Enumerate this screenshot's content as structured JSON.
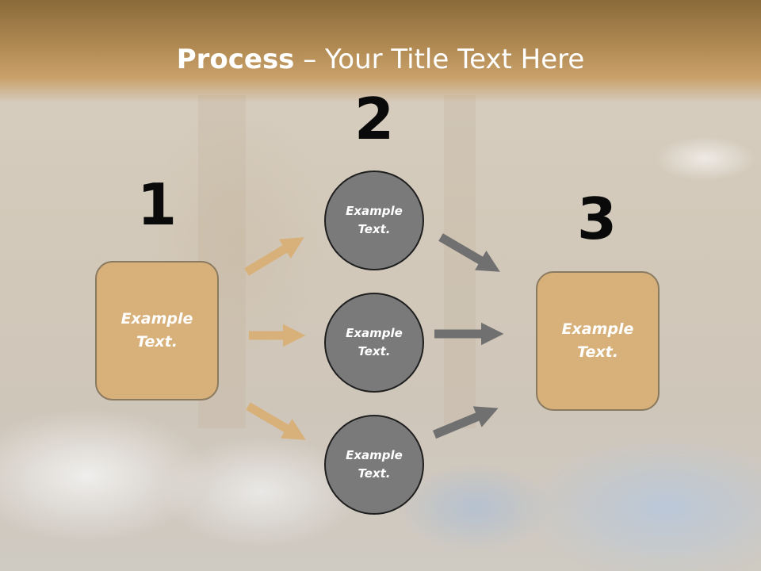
{
  "header": {
    "title_bold": "Process",
    "title_rest": " – Your Title Text Here"
  },
  "steps": {
    "step1": {
      "number": "1",
      "box_text": "Example\nText."
    },
    "step2": {
      "number": "2",
      "circles": [
        {
          "text": "Example\nText."
        },
        {
          "text": "Example\nText."
        },
        {
          "text": "Example\nText."
        }
      ]
    },
    "step3": {
      "number": "3",
      "box_text": "Example\nText."
    }
  },
  "colors": {
    "box_fill": "#d8b07a",
    "circle_fill": "#7a7a7a",
    "left_arrow": "#d8b07a",
    "right_arrow": "#707070",
    "header": "#b08a52"
  }
}
